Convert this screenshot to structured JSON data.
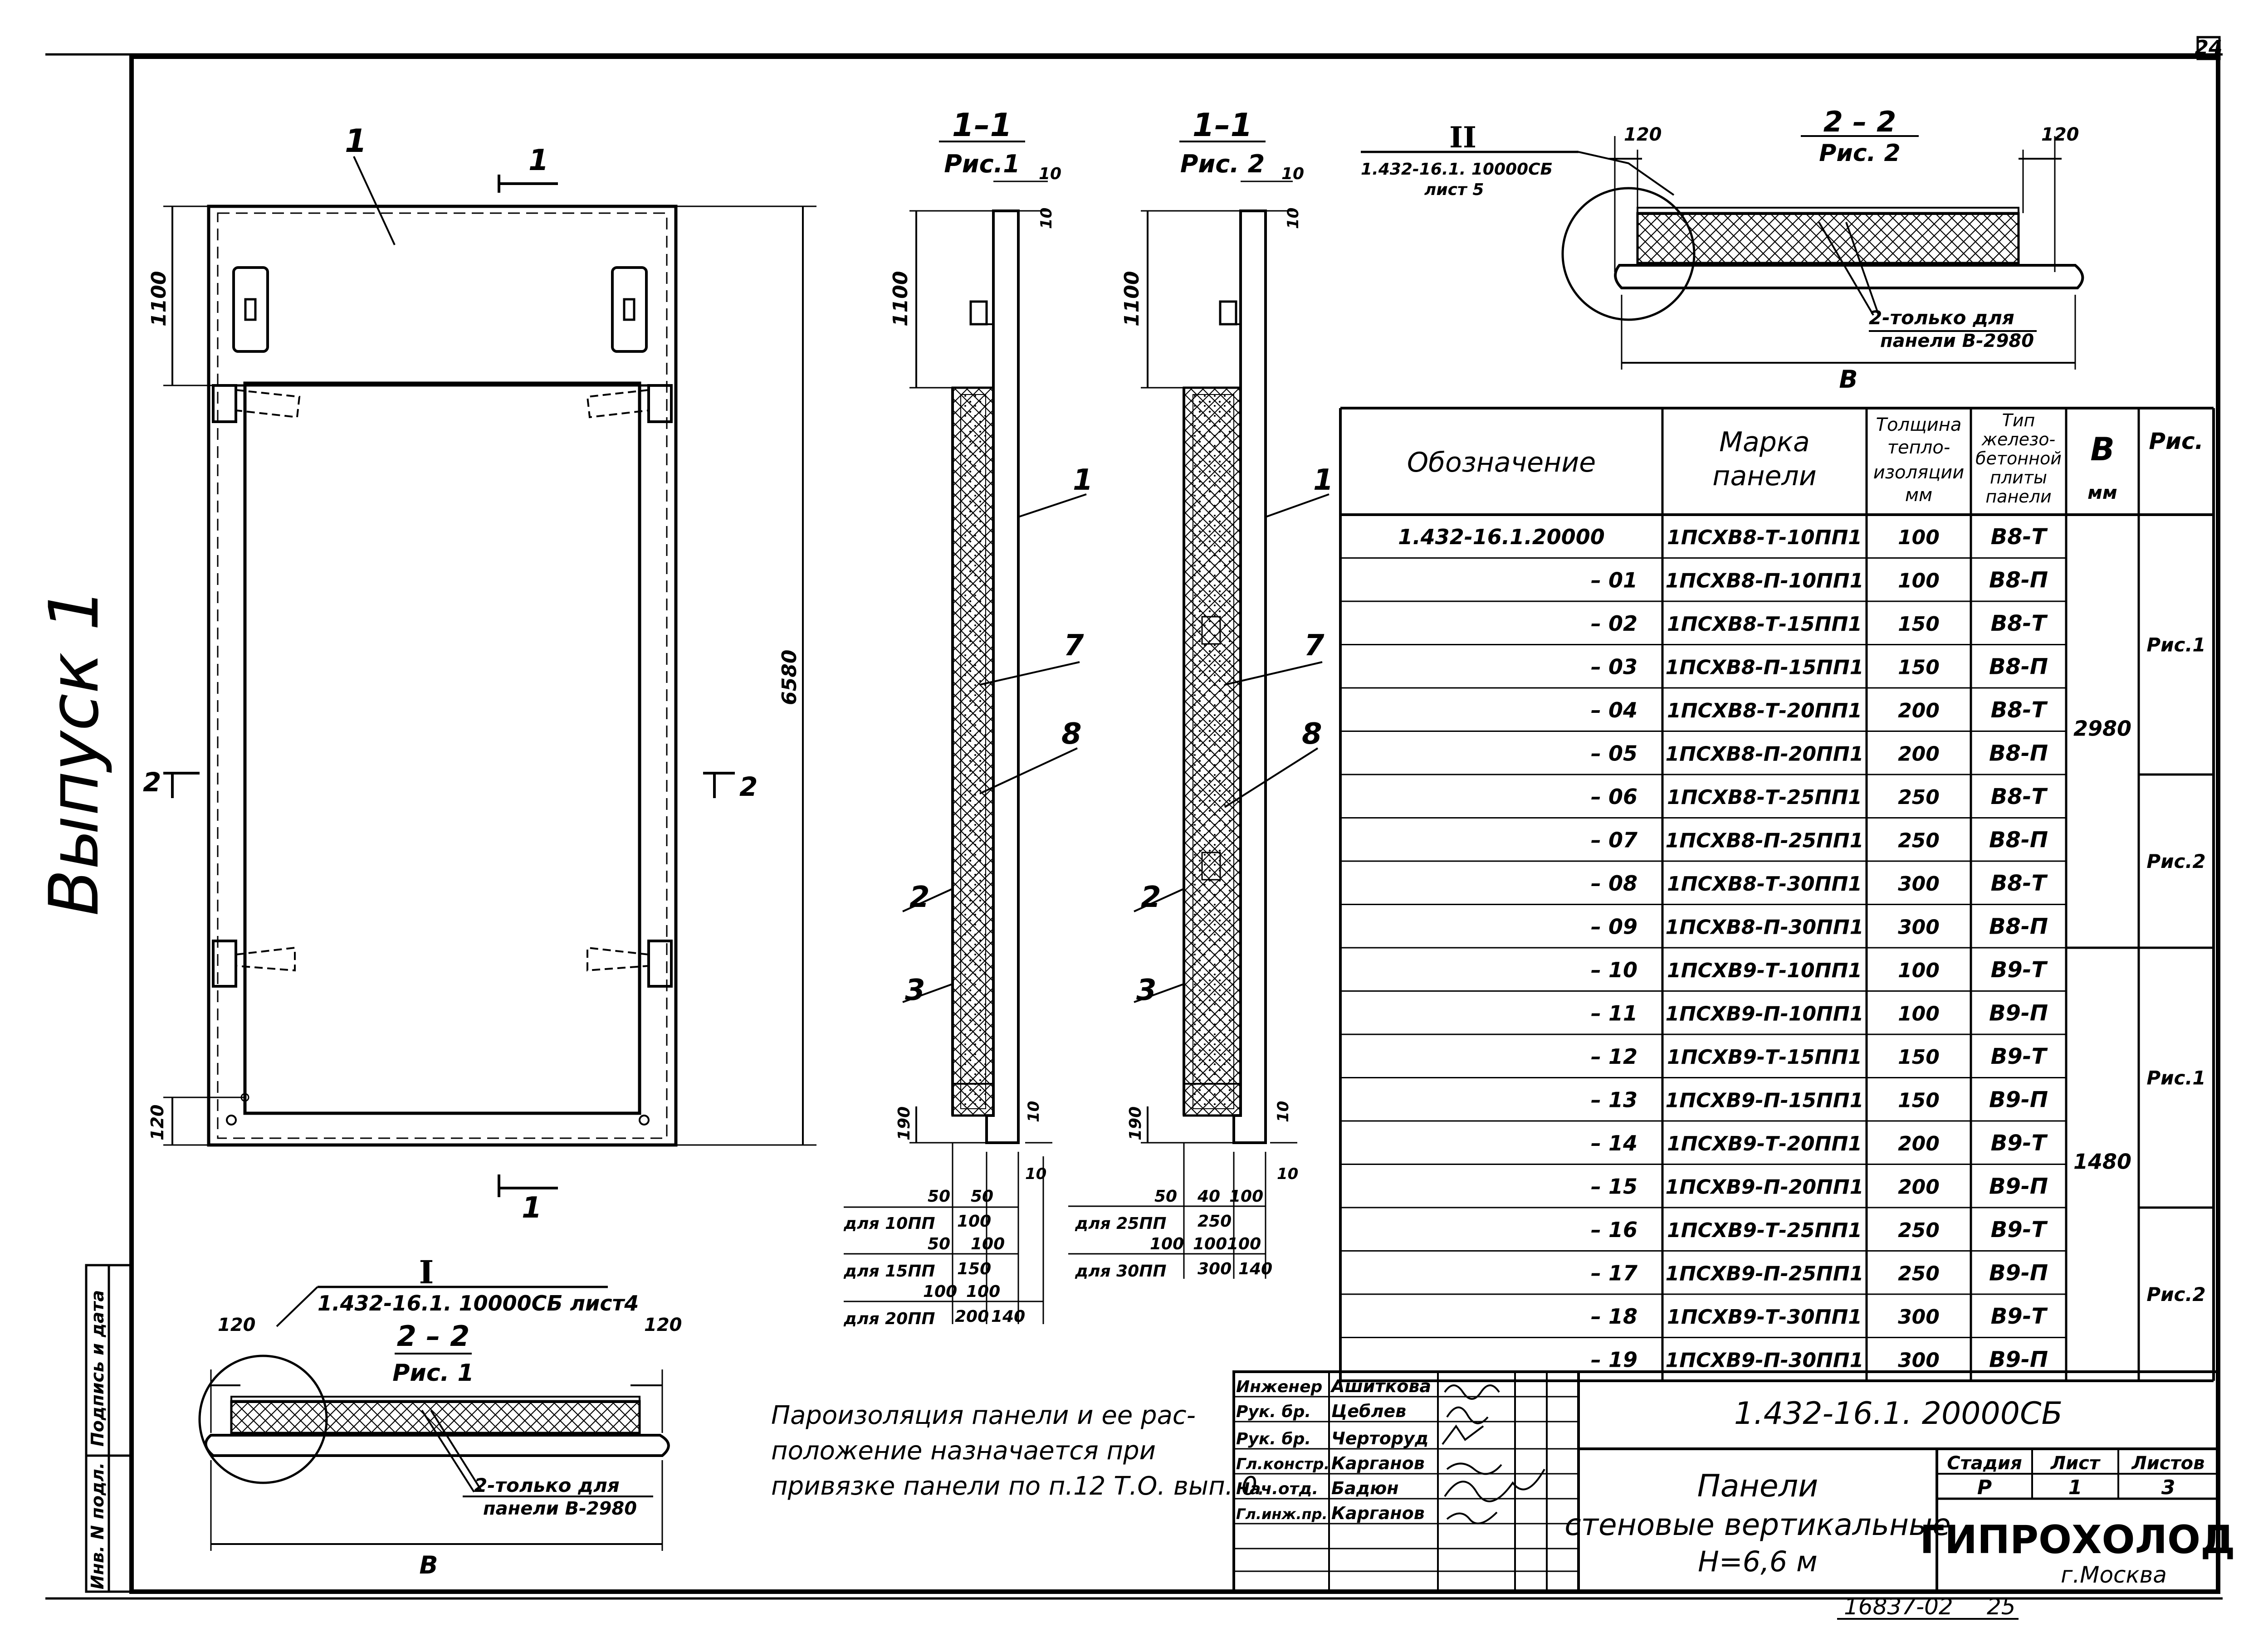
{
  "sheet": {
    "page_number": "24",
    "series_label": "Выпуск 1",
    "bottom_code": "16837-02",
    "bottom_number": "25"
  },
  "front_view": {
    "callout_1": "1",
    "section_mark": "1",
    "section_mark_bottom": "1",
    "cut_2_left": "2",
    "cut_2_right": "2",
    "dim_top": "1100",
    "dim_height": "6580",
    "dim_bottom": "120"
  },
  "detail_I": {
    "title": "I",
    "ref": "1.432-16.1. 10000СБ лист4",
    "section_title": "2 – 2",
    "section_sub": "Рис. 1",
    "dim_left": "120",
    "dim_right": "120",
    "note_line1": "2-только для",
    "note_line2": "панели В-2980",
    "width_label": "В"
  },
  "section_1": {
    "title": "1–1",
    "sub": "Рис.1",
    "dim_top1": "10",
    "dim_top2": "10",
    "dim_height": "1100",
    "dim_bottom": "190",
    "dim_bottom_right": "10",
    "dim_bottom_right2": "10",
    "callouts": [
      "1",
      "7",
      "8",
      "2",
      "3"
    ],
    "table_rows": [
      {
        "label": "для 10ПП",
        "a": "50",
        "b": "50",
        "c": "100"
      },
      {
        "label": "для 15ПП",
        "a": "50",
        "b": "100",
        "c": "150"
      },
      {
        "label": "для 20ПП",
        "a": "100",
        "b": "100",
        "c": "200",
        "d": "140"
      }
    ]
  },
  "section_2": {
    "title": "1–1",
    "sub": "Рис. 2",
    "dim_top1": "10",
    "dim_top2": "10",
    "dim_height": "1100",
    "dim_bottom": "190",
    "dim_bottom_right": "10",
    "dim_bottom_right2": "10",
    "callouts": [
      "1",
      "7",
      "8",
      "2",
      "3"
    ],
    "table_rows": [
      {
        "label": "для 25ПП",
        "a": "50",
        "b": "40",
        "c": "100",
        "d": "250"
      },
      {
        "label": "для 30ПП",
        "a": "100",
        "b": "100",
        "c": "100",
        "d": "300",
        "e": "140"
      }
    ]
  },
  "detail_II": {
    "title": "II",
    "ref_line1": "1.432-16.1. 10000СБ",
    "ref_line2": "лист 5",
    "section_title": "2 – 2",
    "section_sub": "Рис. 2",
    "dim_left": "120",
    "dim_right": "120",
    "note_line1": "2-только для",
    "note_line2": "панели В-2980",
    "width_label": "В"
  },
  "spec_table": {
    "headers": {
      "designation": "Обозначение",
      "mark_l1": "Марка",
      "mark_l2": "панели",
      "thick_l1": "Толщина",
      "thick_l2": "тепло-",
      "thick_l3": "изоляции",
      "thick_l4": "мм",
      "type_l1": "Тип",
      "type_l2": "железо-",
      "type_l3": "бетонной",
      "type_l4": "плиты",
      "type_l5": "панели",
      "b_l1": "В",
      "b_l2": "мм",
      "fig": "Рис."
    },
    "rows": [
      {
        "designation": "1.432-16.1.20000",
        "mark": "1ПСХВ8-Т-10ПП1",
        "thickness": "100",
        "type": "В8-Т"
      },
      {
        "designation": "– 01",
        "mark": "1ПСХВ8-П-10ПП1",
        "thickness": "100",
        "type": "В8-П"
      },
      {
        "designation": "– 02",
        "mark": "1ПСХВ8-Т-15ПП1",
        "thickness": "150",
        "type": "В8-Т"
      },
      {
        "designation": "– 03",
        "mark": "1ПСХВ8-П-15ПП1",
        "thickness": "150",
        "type": "В8-П"
      },
      {
        "designation": "– 04",
        "mark": "1ПСХВ8-Т-20ПП1",
        "thickness": "200",
        "type": "В8-Т"
      },
      {
        "designation": "– 05",
        "mark": "1ПСХВ8-П-20ПП1",
        "thickness": "200",
        "type": "В8-П"
      },
      {
        "designation": "– 06",
        "mark": "1ПСХВ8-Т-25ПП1",
        "thickness": "250",
        "type": "В8-Т"
      },
      {
        "designation": "– 07",
        "mark": "1ПСХВ8-П-25ПП1",
        "thickness": "250",
        "type": "В8-П"
      },
      {
        "designation": "– 08",
        "mark": "1ПСХВ8-Т-30ПП1",
        "thickness": "300",
        "type": "В8-Т"
      },
      {
        "designation": "– 09",
        "mark": "1ПСХВ8-П-30ПП1",
        "thickness": "300",
        "type": "В8-П"
      },
      {
        "designation": "– 10",
        "mark": "1ПСХВ9-Т-10ПП1",
        "thickness": "100",
        "type": "В9-Т"
      },
      {
        "designation": "– 11",
        "mark": "1ПСХВ9-П-10ПП1",
        "thickness": "100",
        "type": "В9-П"
      },
      {
        "designation": "– 12",
        "mark": "1ПСХВ9-Т-15ПП1",
        "thickness": "150",
        "type": "В9-Т"
      },
      {
        "designation": "– 13",
        "mark": "1ПСХВ9-П-15ПП1",
        "thickness": "150",
        "type": "В9-П"
      },
      {
        "designation": "– 14",
        "mark": "1ПСХВ9-Т-20ПП1",
        "thickness": "200",
        "type": "В9-Т"
      },
      {
        "designation": "– 15",
        "mark": "1ПСХВ9-П-20ПП1",
        "thickness": "200",
        "type": "В9-П"
      },
      {
        "designation": "– 16",
        "mark": "1ПСХВ9-Т-25ПП1",
        "thickness": "250",
        "type": "В9-Т"
      },
      {
        "designation": "– 17",
        "mark": "1ПСХВ9-П-25ПП1",
        "thickness": "250",
        "type": "В9-П"
      },
      {
        "designation": "– 18",
        "mark": "1ПСХВ9-Т-30ПП1",
        "thickness": "300",
        "type": "В9-Т"
      },
      {
        "designation": "– 19",
        "mark": "1ПСХВ9-П-30ПП1",
        "thickness": "300",
        "type": "В9-П"
      }
    ],
    "b_groups": [
      "2980",
      "1480"
    ],
    "fig_groups": [
      "Рис.1",
      "Рис.2",
      "Рис.1",
      "Рис.2"
    ]
  },
  "note": {
    "line1": "Пароизоляция панели и ее рас-",
    "line2": "положение назначается при",
    "line3": "привязке панели по п.12 Т.О. вып. 0."
  },
  "title_block": {
    "people": [
      {
        "role": "Инженер",
        "name": "Ашиткова"
      },
      {
        "role": "Рук. бр.",
        "name": "Цеблев"
      },
      {
        "role": "Рук. бр.",
        "name": "Черторуд"
      },
      {
        "role": "Гл.констр.",
        "name": "Карганов"
      },
      {
        "role": "Нач.отд.",
        "name": "Бадюн"
      },
      {
        "role": "Гл.инж.пр.",
        "name": "Карганов"
      }
    ],
    "doc_code": "1.432-16.1. 20000СБ",
    "name_l1": "Панели",
    "name_l2": "стеновые вертикальные",
    "name_l3": "Н=6,6 м",
    "stage_h": "Стадия",
    "sheet_h": "Лист",
    "sheets_h": "Листов",
    "stage": "Р",
    "sheet": "1",
    "sheets": "3",
    "org": "ГИПРОХОЛОД",
    "city": "г.Москва"
  },
  "side_stamp": {
    "col1": "Инв. N подл.",
    "col2": "Подпись и дата"
  }
}
